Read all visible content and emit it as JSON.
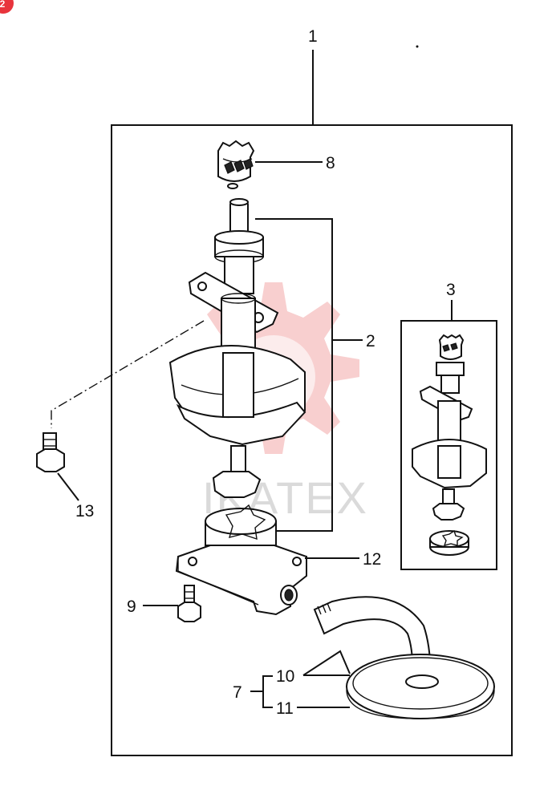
{
  "badge": {
    "label": "2",
    "color": "#e8343c"
  },
  "watermark": {
    "text": "IKATEX",
    "gear_color": "#f2a7a7"
  },
  "callouts": {
    "c1": "1",
    "c2": "2",
    "c3": "3",
    "c7": "7",
    "c8": "8",
    "c9": "9",
    "c10": "10",
    "c11": "11",
    "c12": "12",
    "c13": "13"
  }
}
